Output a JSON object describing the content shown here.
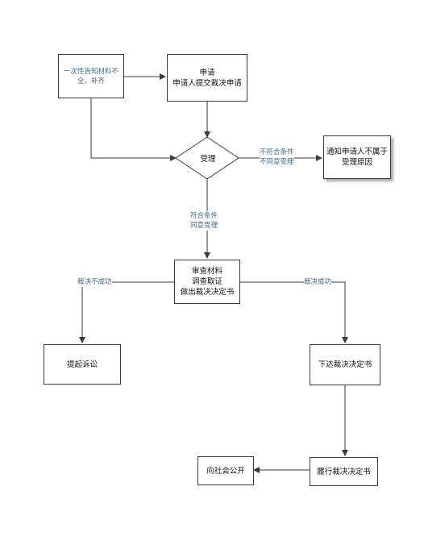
{
  "nodes": {
    "supplement": [
      "一次性告知材料不",
      "全，补齐"
    ],
    "apply": [
      "申请",
      "申请人提交裁决申请"
    ],
    "accept": "受理",
    "notify_reject": [
      "通知申请人不属于",
      "受理原因"
    ],
    "review": [
      "审查材料",
      "调查取证",
      "做出裁决决定书"
    ],
    "lawsuit": "提起诉讼",
    "issue": "下达裁决决定书",
    "perform": "履行裁决决定书",
    "publish": "向社会公开"
  },
  "edges": {
    "not_meet": [
      "不符合条件",
      "不同意受理"
    ],
    "meet": [
      "符合条件",
      "同意受理"
    ],
    "fail": "裁决不成功",
    "success": "裁决成功"
  },
  "colors": {
    "line": "#3a3a3a",
    "label": "#3f6b8e"
  }
}
